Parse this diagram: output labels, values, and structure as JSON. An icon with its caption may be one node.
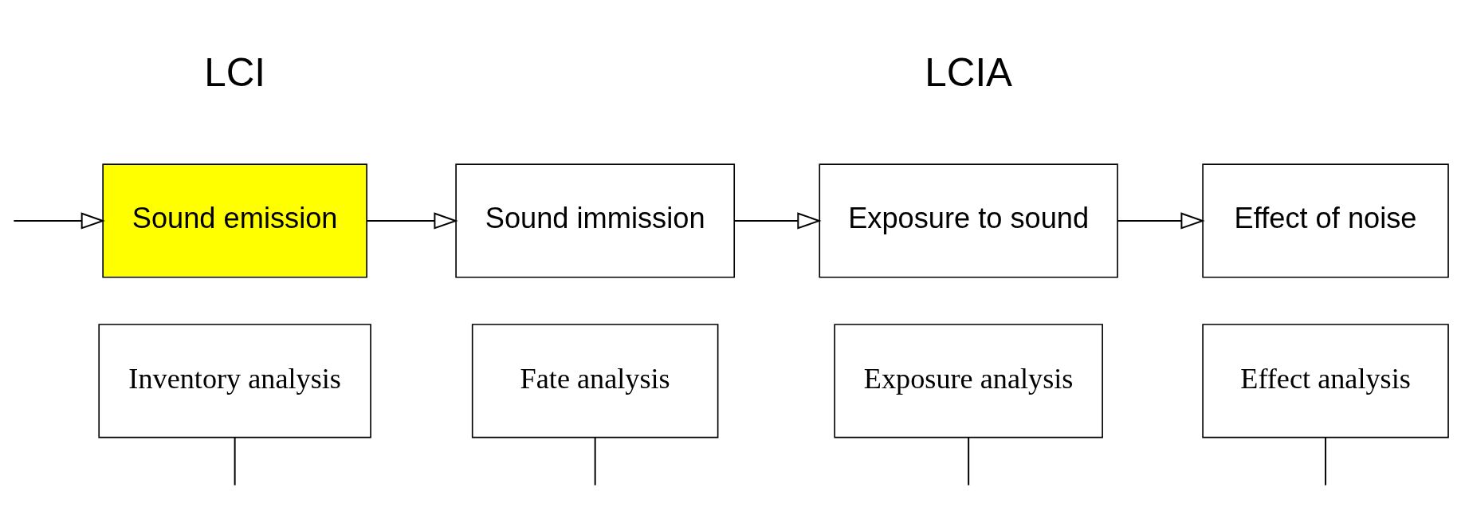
{
  "diagram": {
    "nodes": [
      {
        "text": [
          "Sound emission"
        ]
      },
      {
        "text": [
          "Sound immission"
        ]
      },
      {
        "text": [
          "Exposure to sound"
        ]
      },
      {
        "text": [
          "Effect of noise"
        ]
      },
      {
        "text": [
          "Inventory analysis"
        ]
      },
      {
        "text": [
          "Fate analysis"
        ]
      },
      {
        "text": [
          "Exposure analysis"
        ]
      },
      {
        "text": [
          "Effect analysis"
        ]
      }
    ],
    "edges": [
      {
        "from": null,
        "to": 0,
        "arrow": "to"
      },
      {
        "from": 0,
        "to": 1,
        "arrow": "to"
      },
      {
        "from": 1,
        "to": 2,
        "arrow": "to"
      },
      {
        "from": 2,
        "to": 3,
        "arrow": "to"
      },
      {
        "from": 4,
        "to": null,
        "arrow": "none"
      },
      {
        "from": 5,
        "to": null,
        "arrow": "none"
      },
      {
        "from": 6,
        "to": null,
        "arrow": "none"
      },
      {
        "from": 7,
        "to": null,
        "arrow": "none"
      }
    ],
    "labels": [
      "LCI",
      "LCIA"
    ]
  }
}
